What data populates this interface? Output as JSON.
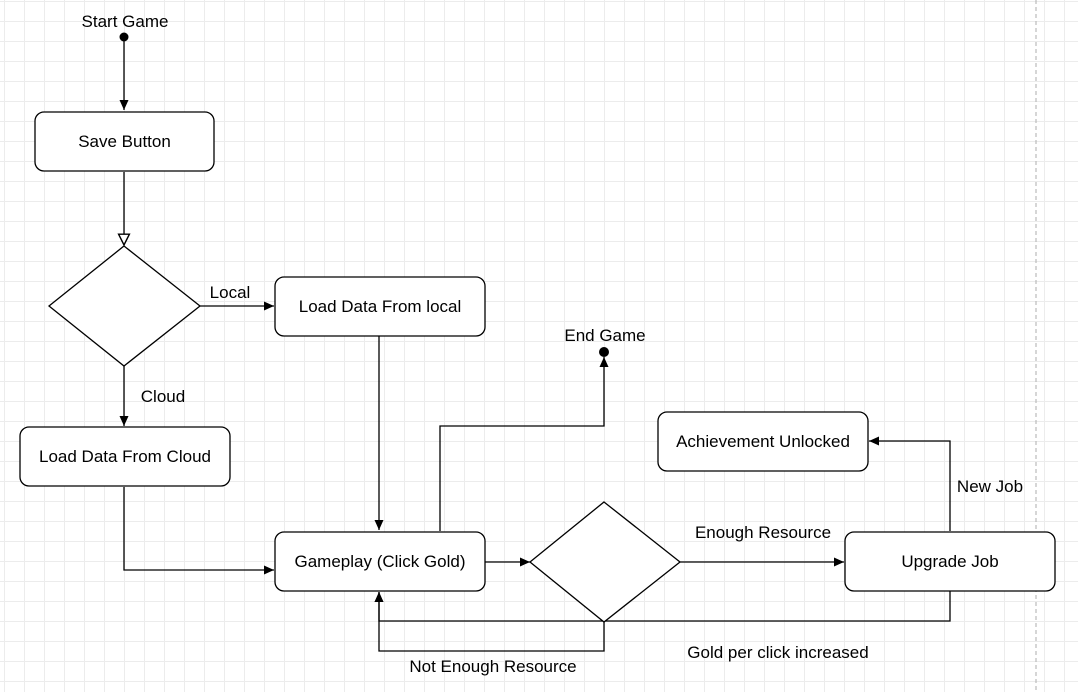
{
  "diagram": {
    "start": "Start Game",
    "end": "End Game",
    "nodes": {
      "save_button": "Save Button",
      "load_local": "Load Data From local",
      "load_cloud": "Load Data From Cloud",
      "gameplay": "Gameplay (Click Gold)",
      "upgrade_job": "Upgrade Job",
      "achievement": "Achievement Unlocked"
    },
    "edge_labels": {
      "local": "Local",
      "cloud": "Cloud",
      "enough_resource": "Enough Resource",
      "not_enough_resource": "Not Enough Resource",
      "new_job": "New Job",
      "gold_per_click": "Gold per click increased"
    }
  }
}
